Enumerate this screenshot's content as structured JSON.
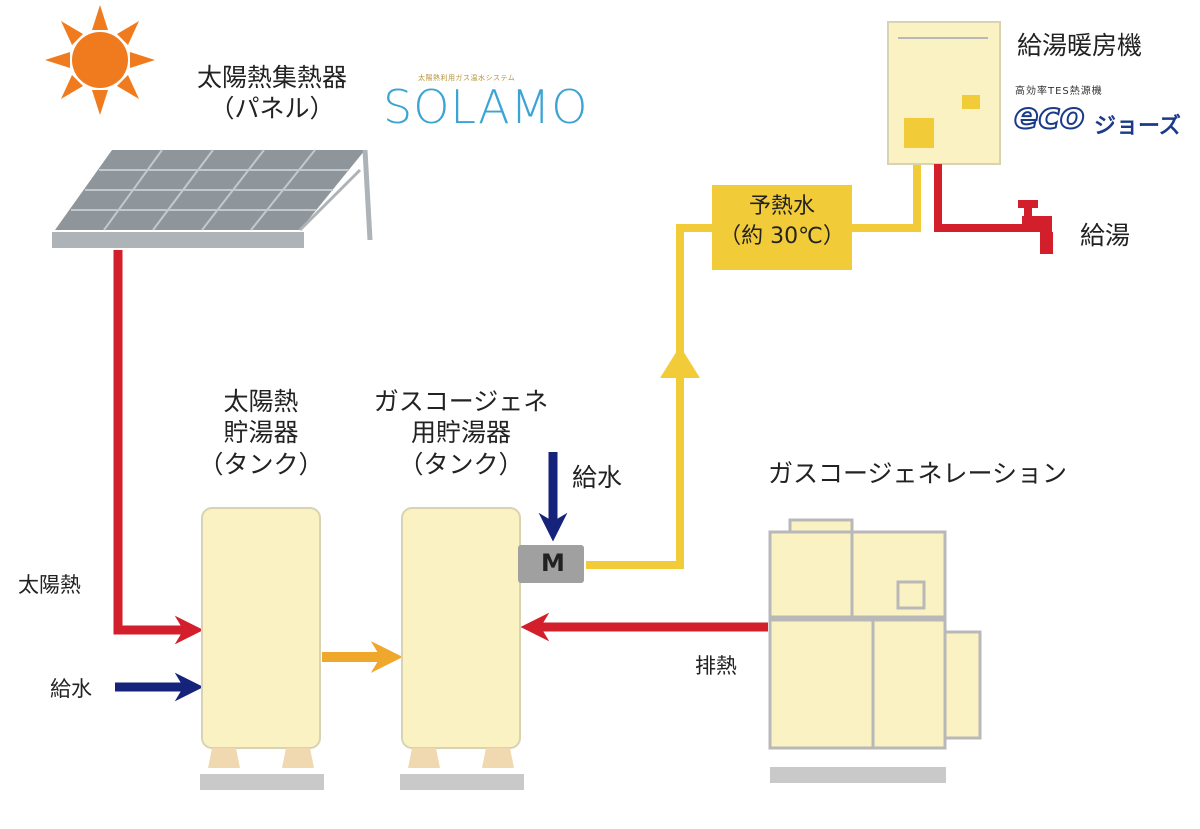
{
  "labels": {
    "collector_line1": "太陽熱集熱器",
    "collector_line2": "（パネル）",
    "solamo_caption": "太陽熱利用ガス温水システム",
    "solamo_brand": "SOLAMO",
    "heater_title": "給湯暖房機",
    "eco_caption": "高効率TES熱源機",
    "eco_brand": "eco",
    "eco_brand_suffix": "ジョーズ",
    "preheat_line1": "予熱水",
    "preheat_line2": "（約 30℃）",
    "hot_water": "給湯",
    "solar_tank_line1": "太陽熱",
    "solar_tank_line2": "貯湯器",
    "solar_tank_line3": "（タンク）",
    "cogen_tank_line1": "ガスコージェネ",
    "cogen_tank_line2": "用貯湯器",
    "cogen_tank_line3": "（タンク）",
    "water_supply_top": "給水",
    "cogeneration": "ガスコージェネレーション",
    "solar_heat": "太陽熱",
    "water_supply_left": "給水",
    "exhaust_heat": "排熱",
    "mixer": "M"
  },
  "colors": {
    "hot_line": "#d21f2b",
    "preheat_line": "#f2cc38",
    "transfer_arrow": "#f0a82c",
    "cold_line": "#15237a",
    "equipment_fill": "#fbf2c4",
    "equipment_stroke": "#b8b8b8",
    "sun": "#f07b1e",
    "preheat_box": "#f2cc38",
    "mixer_box": "#a0a0a0",
    "panel": "#8e969c",
    "base": "#c9c9c9"
  },
  "icons": [
    "sun-icon",
    "solar-panel-icon",
    "faucet-icon",
    "mixing-valve-icon"
  ]
}
